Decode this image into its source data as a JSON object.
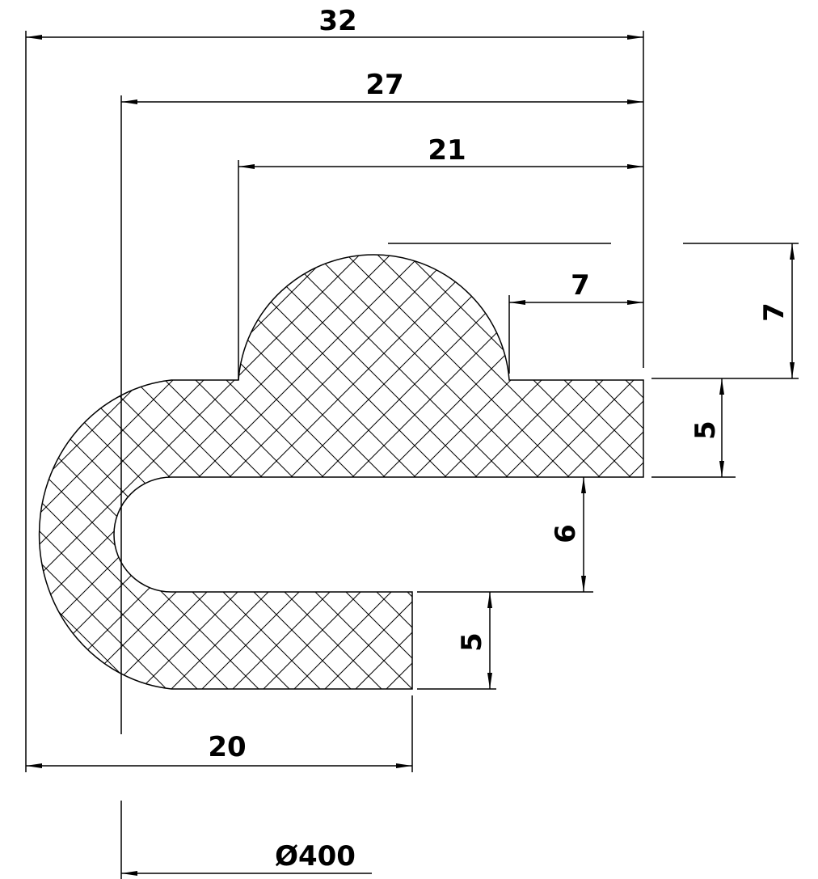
{
  "drawing": {
    "line_color": "#000000",
    "fill_color": "#ffffff",
    "hatch_pattern": "crosshatch"
  },
  "dimensions": {
    "overall_width": "32",
    "outer_to_lip": "27",
    "bulb_left_to_end": "21",
    "bulb_right_to_end": "7",
    "bulb_height": "7",
    "top_flange_thickness": "5",
    "slot_gap": "6",
    "bottom_flange_thickness": "5",
    "bottom_length": "20",
    "min_bend_diameter": "Ø400"
  }
}
